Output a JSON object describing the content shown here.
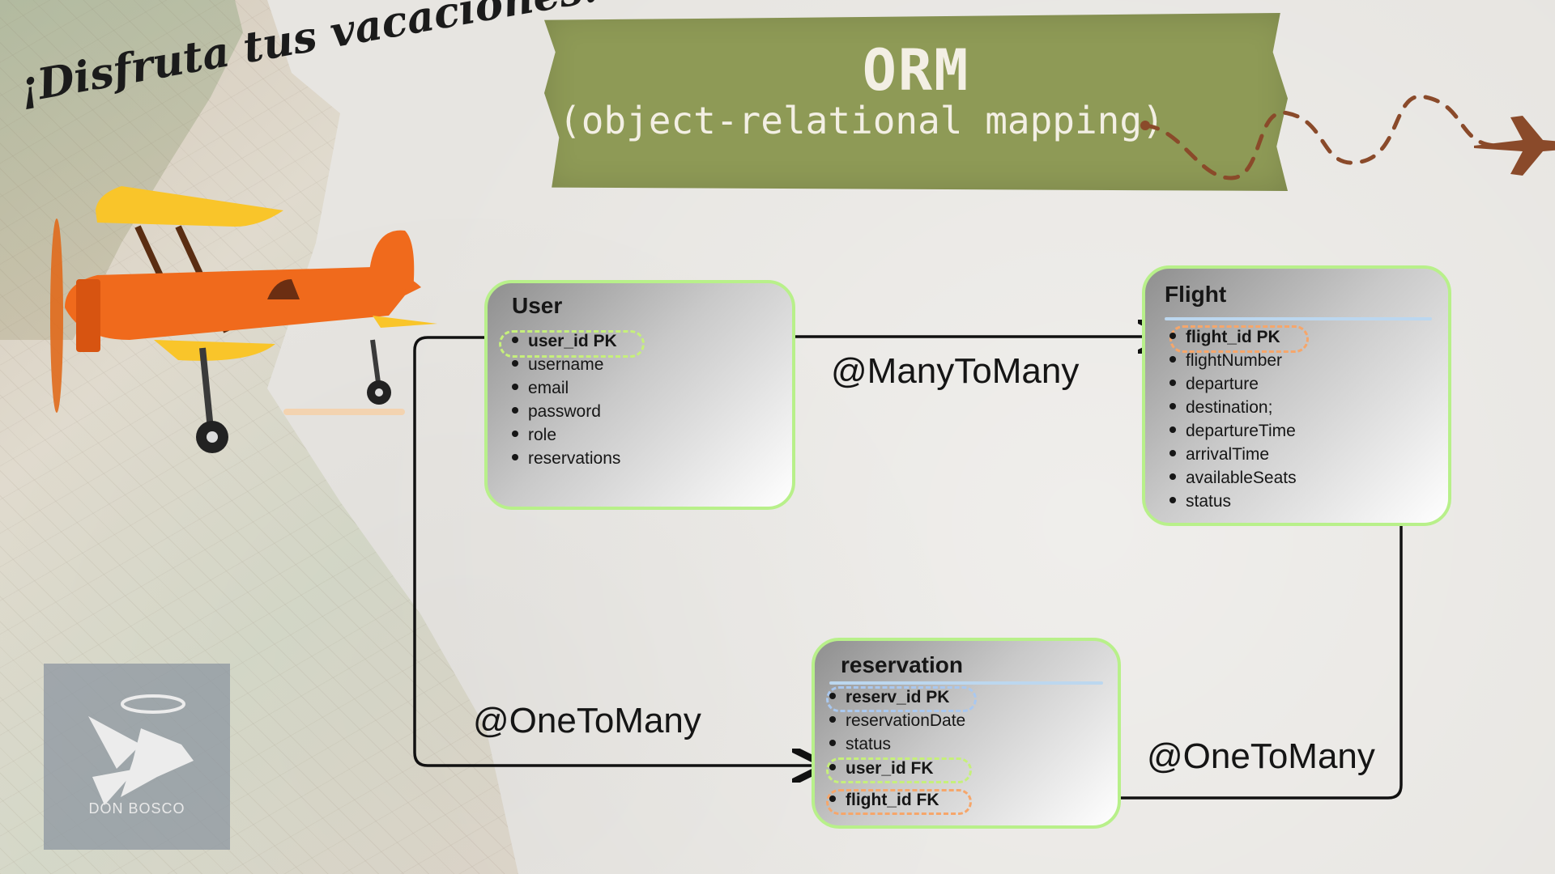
{
  "header": {
    "title": "ORM",
    "subtitle": "(object-relational mapping)",
    "script_text": "¡Disfruta tus vacaciones!"
  },
  "entities": {
    "user": {
      "name": "User",
      "fields": [
        "user_id  PK",
        "username",
        "email",
        "password",
        "role",
        "reservations"
      ]
    },
    "flight": {
      "name": "Flight",
      "fields": [
        "flight_id  PK",
        "flightNumber",
        "departure",
        "destination;",
        "departureTime",
        "arrivalTime",
        "availableSeats",
        "status"
      ]
    },
    "reservation": {
      "name": "reservation",
      "fields": [
        "reserv_id  PK",
        "reservationDate",
        "status",
        "user_id FK",
        "flight_id FK"
      ]
    }
  },
  "relations": {
    "user_flight": "@ManyToMany",
    "user_reservation": "@OneToMany",
    "flight_reservation": "@OneToMany"
  },
  "logo": {
    "text": "DON BOSCO"
  },
  "colors": {
    "banner": "#8e9a56",
    "entity_border": "#b8f08a",
    "pk_green": "#c6f07a",
    "pk_orange": "#f6a66a",
    "pk_blue": "#a9c8f0",
    "plane_body": "#f06a1c",
    "plane_wing": "#f9c52a",
    "plane_small": "#8a4a2a"
  }
}
